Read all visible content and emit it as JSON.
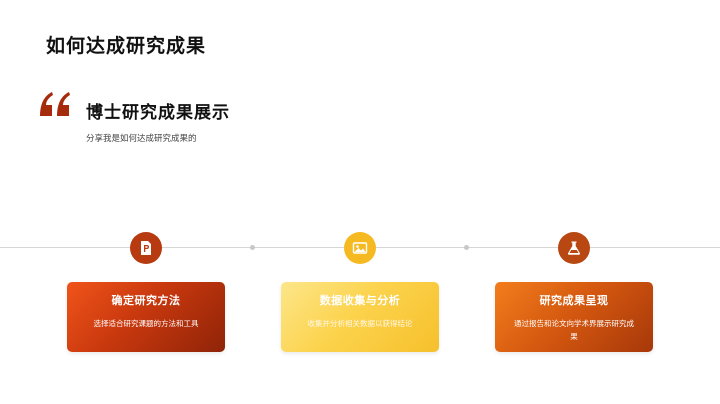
{
  "slide": {
    "title": "如何达成研究成果"
  },
  "section": {
    "heading": "博士研究成果展示",
    "subtitle": "分享我是如何达成研究成果的",
    "quote_icon": "quote-icon"
  },
  "steps": [
    {
      "title": "确定研究方法",
      "description": "选择适合研究课题的方法和工具",
      "icon": "document-icon",
      "icon_color": "#b83a10"
    },
    {
      "title": "数据收集与分析",
      "description": "收集并分析相关数据以获得结论",
      "icon": "image-icon",
      "icon_color": "#f5b921"
    },
    {
      "title": "研究成果呈现",
      "description": "通过报告和论文向学术界展示研究成果",
      "icon": "flask-icon",
      "icon_color": "#b84712"
    }
  ],
  "colors": {
    "quote": "#a62b0c",
    "timeline": "#d6d6d6"
  }
}
